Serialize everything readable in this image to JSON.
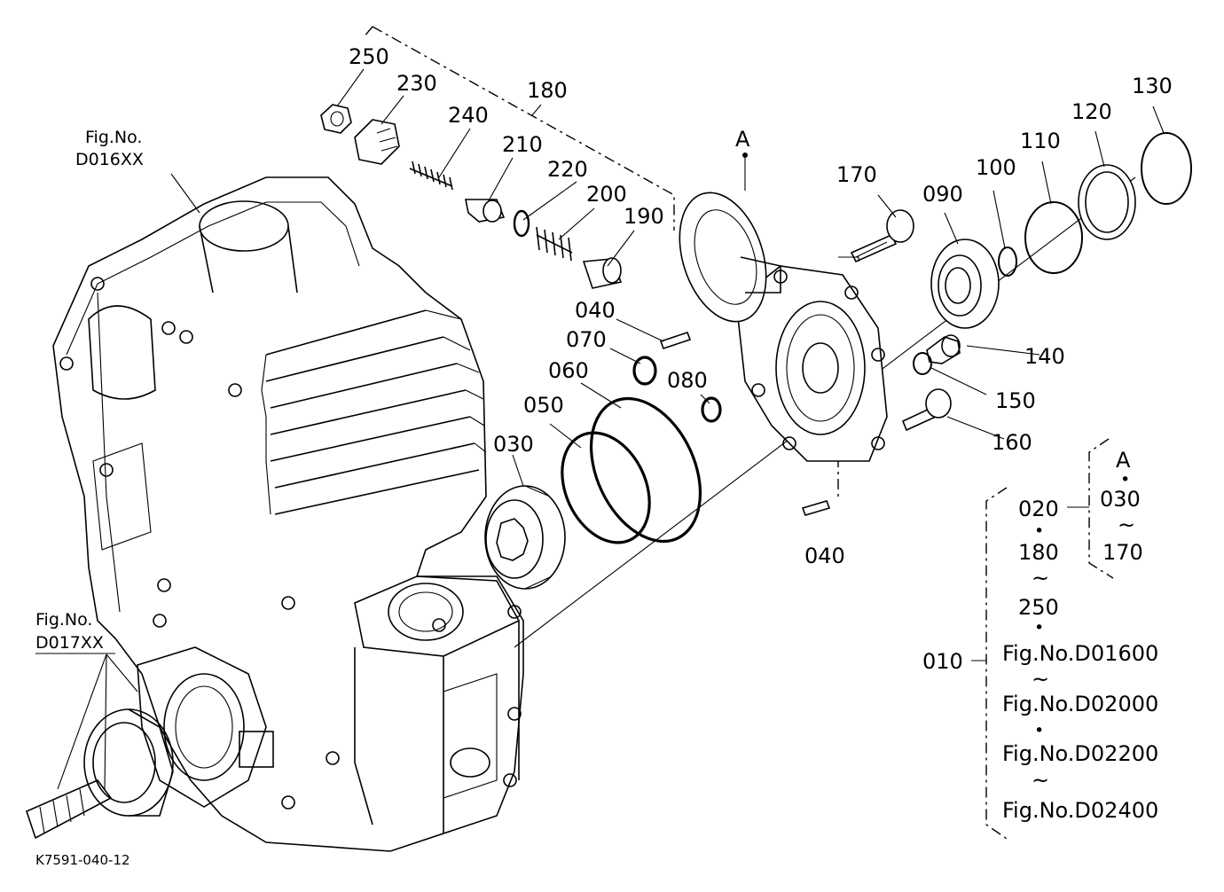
{
  "diagram": {
    "code": "K7591-040-12",
    "fig_refs": {
      "d016": [
        "Fig.No.",
        "D016XX"
      ],
      "d017": [
        "Fig.No.",
        "D017XX"
      ]
    },
    "callout_A": "A",
    "labels": {
      "p250": "250",
      "p230": "230",
      "p180": "180",
      "p240": "240",
      "p210": "210",
      "p220": "220",
      "p200": "200",
      "p190": "190",
      "p040a": "040",
      "p070": "070",
      "p060": "060",
      "p080": "080",
      "p050": "050",
      "p030": "030",
      "p040b": "040",
      "p170": "170",
      "p090": "090",
      "p100": "100",
      "p110": "110",
      "p120": "120",
      "p130": "130",
      "p140": "140",
      "p150": "150",
      "p160": "160"
    },
    "legend": {
      "a_head": "A",
      "a_from": "030",
      "a_to": "170",
      "grp_020": "020",
      "grp_180": "180",
      "grp_250": "250",
      "grp_010": "010",
      "fig1": "Fig.No.D01600",
      "fig2": "Fig.No.D02000",
      "fig3": "Fig.No.D02200",
      "fig4": "Fig.No.D02400",
      "tilde": "~",
      "dot": "•"
    }
  }
}
